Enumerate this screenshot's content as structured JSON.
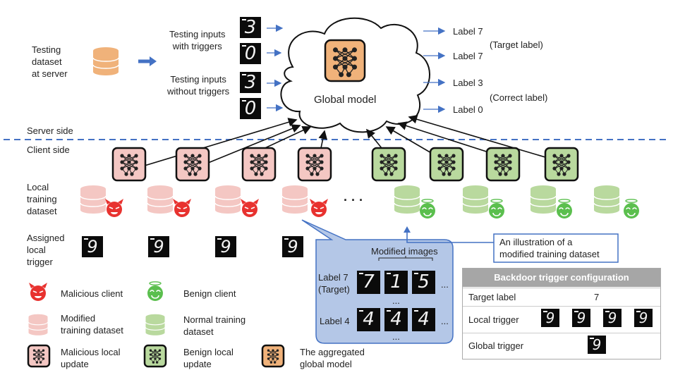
{
  "server": {
    "testing_dataset_label": "Testing\ndataset\nat server",
    "inputs_with_triggers": "Testing inputs\nwith triggers",
    "inputs_without_triggers": "Testing inputs\nwithout triggers",
    "global_model_label": "Global model",
    "outputs": [
      "Label 7",
      "Label 7",
      "Label 3",
      "Label 0"
    ],
    "target_label_note": "(Target label)",
    "correct_label_note": "(Correct label)",
    "input_digits": [
      "3",
      "0",
      "3",
      "0"
    ]
  },
  "sides": {
    "server": "Server side",
    "client": "Client side"
  },
  "client_row_labels": {
    "local_training": "Local\ntraining\ndataset",
    "assigned_trigger": "Assigned\nlocal\ntrigger"
  },
  "ellipsis": "· · ·",
  "trigger_digit": "9",
  "modified_box": {
    "title": "Modified images",
    "label_7": "Label 7\n(Target)",
    "label_4": "Label 4",
    "row1_digits": [
      "7",
      "1",
      "5"
    ],
    "row2_digits": [
      "4",
      "4",
      "4"
    ],
    "dots": "...",
    "vdots": "..."
  },
  "illustration_note": "An illustration of a\nmodified training dataset",
  "config": {
    "title": "Backdoor trigger configuration",
    "target_label": "Target label",
    "target_value": "7",
    "local_trigger": "Local trigger",
    "global_trigger": "Global trigger"
  },
  "legend": {
    "malicious_client": "Malicious client",
    "benign_client": "Benign client",
    "modified_dataset": "Modified\ntraining dataset",
    "normal_dataset": "Normal training\ndataset",
    "malicious_update": "Malicious local\nupdate",
    "benign_update": "Benign local\nupdate",
    "aggregated_model": "The aggregated\nglobal model"
  },
  "colors": {
    "malicious": "#f4c7c3",
    "benign": "#b9d99e",
    "global": "#f0b27a",
    "devil": "#e8322f",
    "smile": "#5bbf4e",
    "arrow_blue": "#4472c4",
    "callout": "#b4c7e7"
  }
}
